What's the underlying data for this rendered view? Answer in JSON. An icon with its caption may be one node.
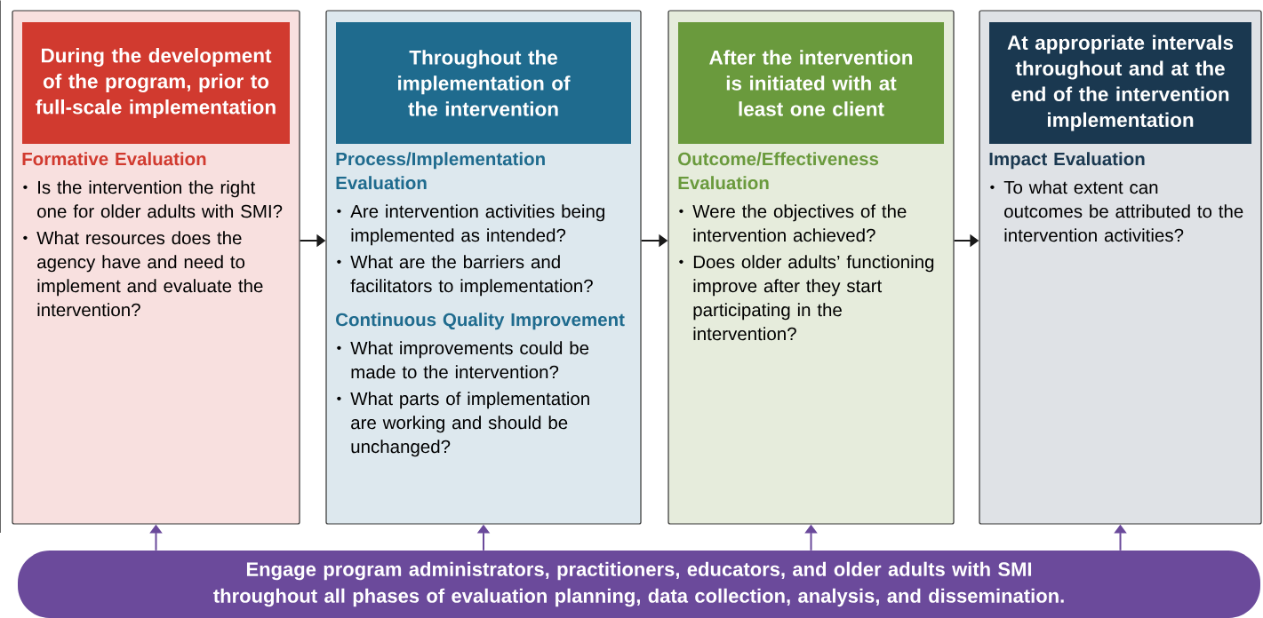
{
  "diagram": {
    "nodes": [
      {
        "text": [
          "Formative Evaluation",
          "Is the intervention the right one for older adults with SMI?",
          "What resources does the agency have and need to implement and evaluate the intervention?"
        ]
      },
      {
        "text": [
          "During the development of the program, prior to full-scale implementation"
        ],
        "in": 0
      },
      {
        "text": [
          "Process/Implementation Evaluation",
          "Are intervention activities being implemented as intended?",
          "What are the barriers and facilitators to implementation?",
          "Continuous Quality Improvement",
          "What improvements could be made to the intervention?",
          "What parts of implementation are working and should be unchanged?"
        ]
      },
      {
        "text": [
          "Throughout the implementation of the intervention"
        ],
        "in": 2
      },
      {
        "text": [
          "Outcome/Effectiveness Evaluation",
          "Were the objectives of the intervention achieved?",
          "Does older adults’ functioning improve after they start participating in the intervention?"
        ]
      },
      {
        "text": [
          "After the intervention is initiated with at least one client"
        ],
        "in": 4
      },
      {
        "text": [
          "Impact Evaluation",
          "To what extent can outcomes be attributed to the intervention activities?"
        ]
      },
      {
        "text": [
          "At appropriate intervals throughout and at the end of the intervention implementation"
        ],
        "in": 6
      },
      {
        "text": [
          "Engage program administrators, practitioners, educators, and older adults with SMI throughout all phases of evaluation planning, data collection, analysis, and dissemination."
        ]
      }
    ],
    "edges": [
      {
        "from": 0,
        "to": 2,
        "arrow": "to",
        "color": "#1a1a1a"
      },
      {
        "from": 2,
        "to": 4,
        "arrow": "to",
        "color": "#1a1a1a"
      },
      {
        "from": 4,
        "to": 6,
        "arrow": "to",
        "color": "#1a1a1a"
      },
      {
        "from": 8,
        "to": 0,
        "arrow": "to"
      },
      {
        "from": 8,
        "to": 2,
        "arrow": "to"
      },
      {
        "from": 8,
        "to": 4,
        "arrow": "to"
      },
      {
        "from": 8,
        "to": 6,
        "arrow": "to"
      }
    ]
  }
}
